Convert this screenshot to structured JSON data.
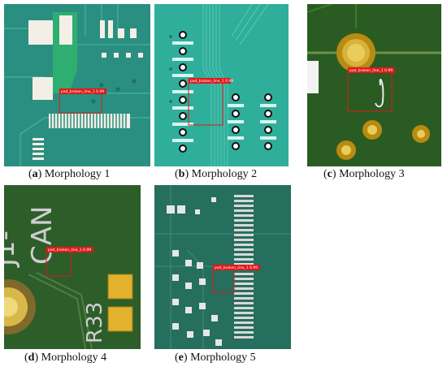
{
  "figure": {
    "panels": [
      {
        "id": "a",
        "letter": "a",
        "caption": " Morphology 1",
        "detection_label": "pad_broken_line_1 0.99"
      },
      {
        "id": "b",
        "letter": "b",
        "caption": " Morphology 2",
        "detection_label": "pad_broken_line_1 0.99"
      },
      {
        "id": "c",
        "letter": "c",
        "caption": " Morphology 3",
        "detection_label": "pad_broken_line_1 0.99"
      },
      {
        "id": "d",
        "letter": "d",
        "caption": " Morphology 4",
        "detection_label": "pad_broken_line_1 0.99"
      },
      {
        "id": "e",
        "letter": "e",
        "caption": " Morphology 5",
        "detection_label": "pad_broken_line_1 0.99"
      }
    ],
    "board_text": {
      "d_silkscreen_1": "J1-",
      "d_silkscreen_2": "CAN",
      "d_silkscreen_3": "R33"
    },
    "colors": {
      "detection_box": "#e01818",
      "board_green_a": "#2a8f80",
      "board_green_b": "#2fae9b",
      "board_green_c": "#2a5b22",
      "board_green_d": "#2d5e2a",
      "board_green_e": "#266e5e"
    }
  }
}
